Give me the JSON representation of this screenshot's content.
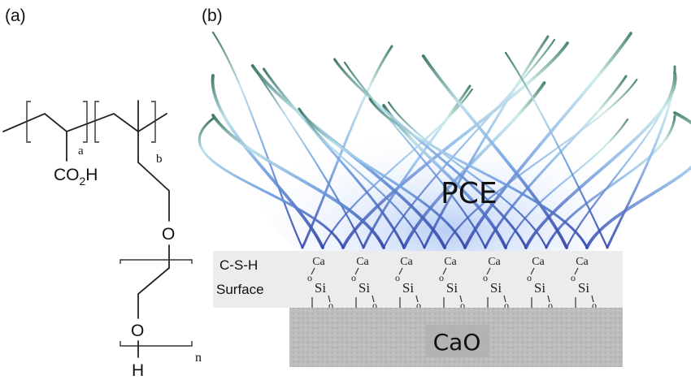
{
  "panel_a": {
    "label": "(a)",
    "carboxyl_group": "CO",
    "carboxyl_subscript": "2",
    "carboxyl_suffix": "H",
    "subscript_a": "a",
    "subscript_b": "b",
    "ether_oxygen": "O",
    "hydroxyl_oxygen": "O",
    "hydroxyl_hydrogen": "H",
    "subscript_n": "n"
  },
  "panel_b": {
    "label": "(b)",
    "pce_label": "PCE",
    "csh_label_line1": "C-S-H",
    "csh_label_line2": "Surface",
    "cao_label": "CaO",
    "ca_atom": "Ca",
    "si_atom": "Si",
    "oxygen_atom": "o",
    "site_count": 7
  },
  "colors": {
    "brush_dark": "#2a3f9e",
    "brush_mid": "#6f9ee0",
    "brush_tip": "#2f6b5a",
    "csh_layer": "#ececec",
    "cao_layer": "#b9b9b9"
  }
}
